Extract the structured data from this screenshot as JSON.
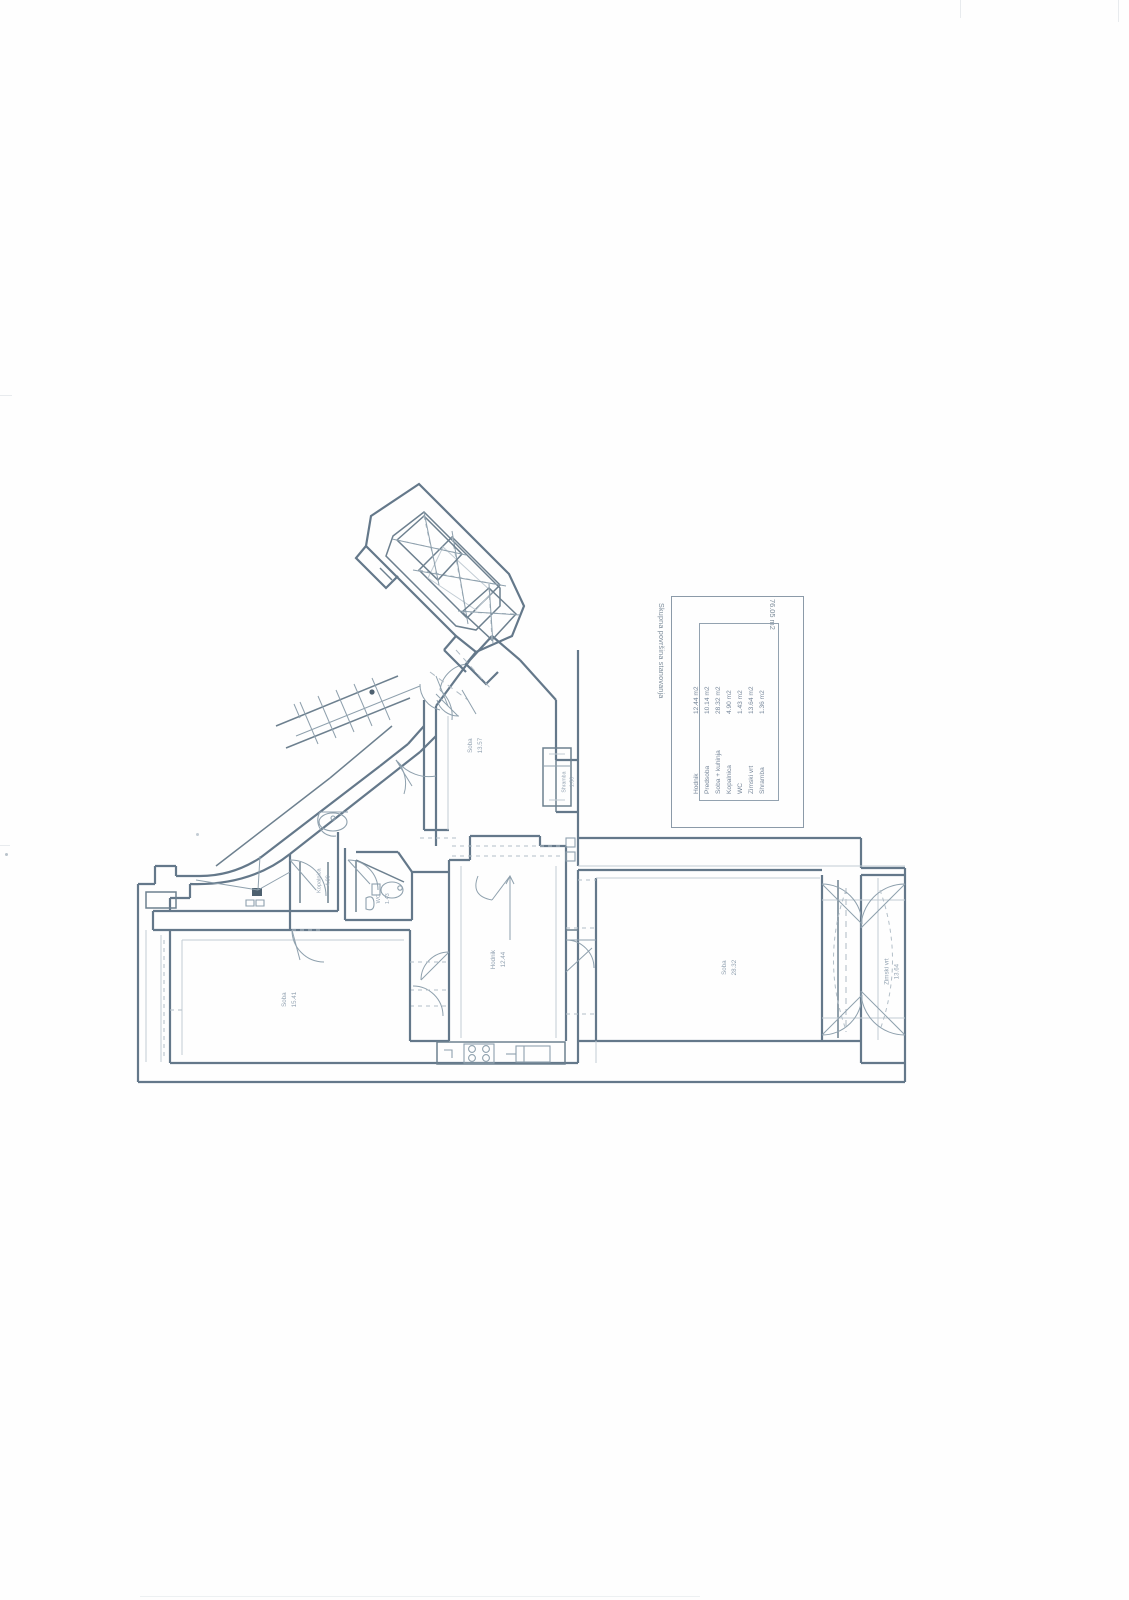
{
  "document": {
    "type": "architectural-floor-plan",
    "language": "sl",
    "orientation": "rotated-90",
    "sheet_color": "#fefefe",
    "line_color": "#64788a"
  },
  "schedule": {
    "title": "Skupna površina stanovanja",
    "total_label": "76.05 m2",
    "rows": [
      {
        "name": "Hodnik",
        "area": "12.44 m2"
      },
      {
        "name": "Predsoba",
        "area": "10.14 m2"
      },
      {
        "name": "Soba + kuhinja",
        "area": "28.32 m2"
      },
      {
        "name": "Kopalnica",
        "area": "4.90 m2"
      },
      {
        "name": "WC",
        "area": "1.43 m2"
      },
      {
        "name": "Zimski vrt",
        "area": "13.64 m2"
      },
      {
        "name": "Shramba",
        "area": "1.36 m2"
      }
    ]
  },
  "rooms": [
    {
      "id": "soba-top",
      "name": "Soba",
      "area": "13.57"
    },
    {
      "id": "soba-left",
      "name": "Soba",
      "area": "15.41"
    },
    {
      "id": "hodnik",
      "name": "Hodnik",
      "area": "12.44"
    },
    {
      "id": "soba-right",
      "name": "Soba",
      "area": "28.32"
    },
    {
      "id": "zimski-vrt",
      "name": "Zimski vrt",
      "area": "13.64"
    },
    {
      "id": "kopalnica",
      "name": "Kopalnica",
      "area": "4.90"
    },
    {
      "id": "wc",
      "name": "WC",
      "area": "1.43"
    },
    {
      "id": "shramba",
      "name": "Shramba",
      "area": "1.36"
    }
  ],
  "fixtures": [
    {
      "name": "stove-4-burner"
    },
    {
      "name": "kitchen-sink"
    },
    {
      "name": "toilet"
    },
    {
      "name": "washbasin"
    },
    {
      "name": "bathtub"
    },
    {
      "name": "stair-run"
    }
  ],
  "colors": {
    "ink": "#64788a",
    "ink_light": "#9fb0bd",
    "ink_faint": "#c8d2da",
    "paper": "#fefefe"
  }
}
